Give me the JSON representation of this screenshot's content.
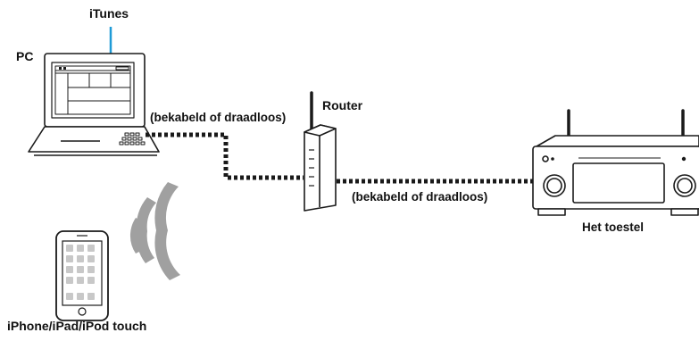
{
  "labels": {
    "itunes": "iTunes",
    "pc": "PC",
    "router": "Router",
    "connection_pc_router": "(bekabeld of draadloos)",
    "connection_router_device": "(bekabeld of draadloos)",
    "device": "Het toestel",
    "mobile": "iPhone/iPad/iPod touch"
  },
  "colors": {
    "line": "#1a1a1a",
    "itunes_pointer": "#1f9bd7",
    "screen_fill": "#ffffff",
    "device_fill": "#ffffff",
    "wifi_wave": "#9a9a9a",
    "phone_tile": "#c8c8c8"
  },
  "icons": [
    "laptop-icon",
    "router-icon",
    "av-receiver-icon",
    "smartphone-icon",
    "wifi-waves-icon"
  ]
}
